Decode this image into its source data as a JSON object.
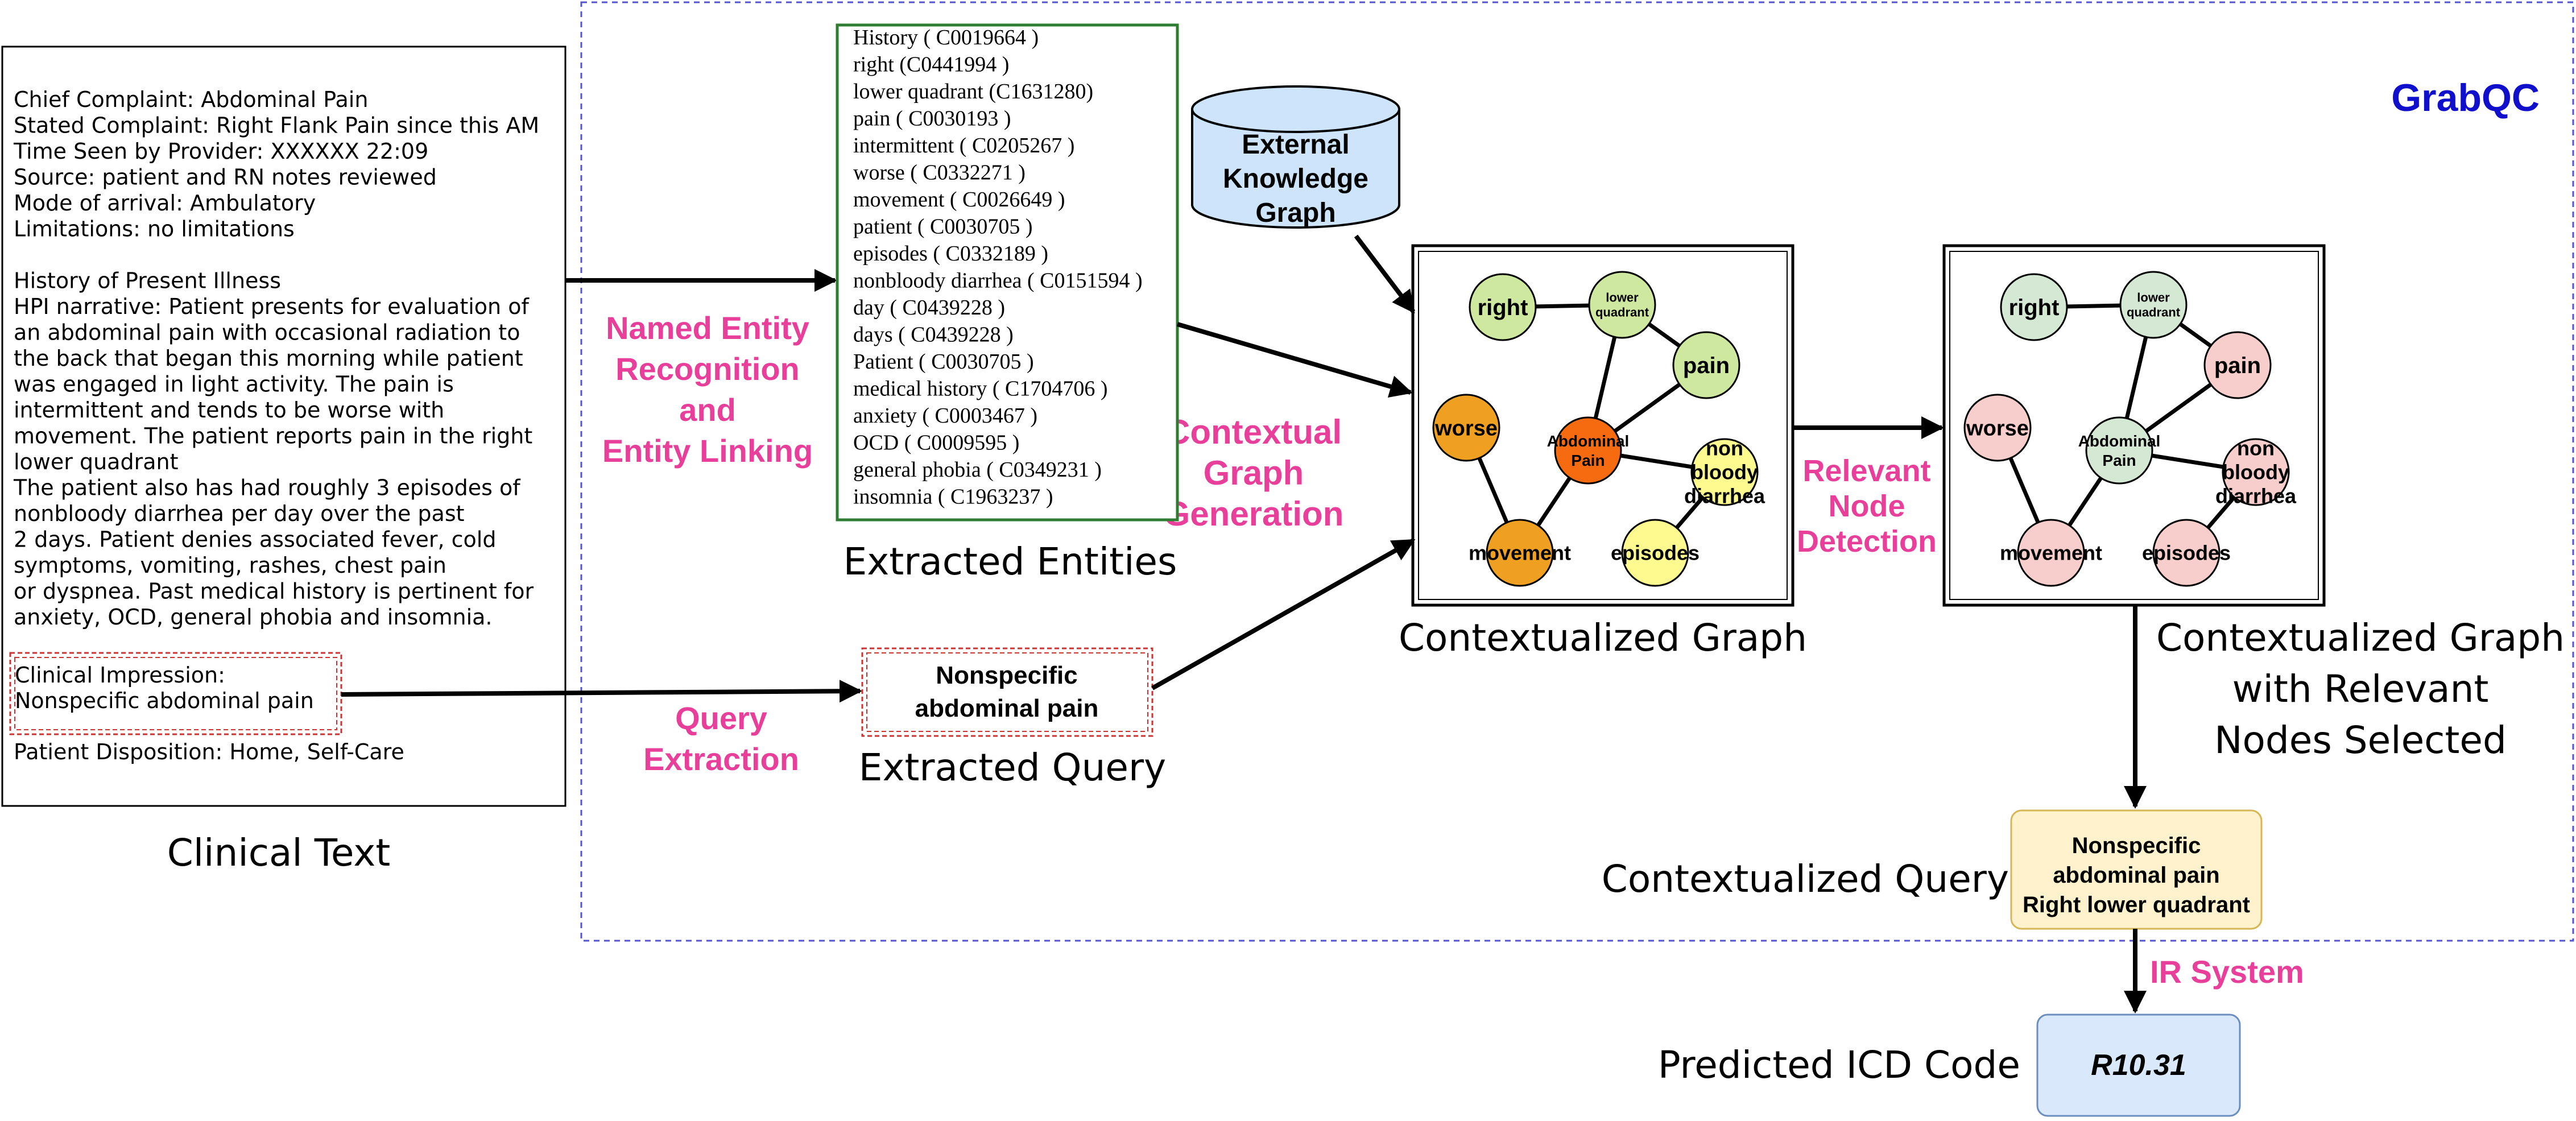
{
  "clinical_text": {
    "lines": [
      "Chief Complaint: Abdominal Pain",
      "Stated Complaint: Right Flank Pain since this AM",
      "Time Seen by Provider: XXXXXX 22:09",
      "Source: patient and RN notes reviewed",
      "Mode of arrival: Ambulatory",
      "Limitations: no limitations",
      "",
      "History of Present Illness",
      "HPI narrative: Patient presents for evaluation of",
      "an abdominal pain with occasional radiation to",
      "the back that began this morning while patient",
      "was engaged in light activity.  The pain is",
      "intermittent and tends to be worse with",
      "movement. The patient reports pain in the right",
      "lower quadrant",
      "The patient also has had roughly 3 episodes of",
      "nonbloody diarrhea per day over the past",
      "2 days.  Patient denies associated fever, cold",
      "symptoms, vomiting, rashes, chest pain",
      "or dyspnea.  Past medical history is pertinent for",
      "anxiety, OCD, general phobia and insomnia."
    ],
    "impression_lines": [
      "Clinical Impression:",
      "Nonspecific abdominal pain"
    ],
    "disposition": "Patient Disposition: Home, Self-Care",
    "caption": "Clinical Text"
  },
  "labels": {
    "ner": [
      "Named Entity",
      "Recognition",
      "and",
      "Entity Linking"
    ],
    "query_extraction": [
      "Query",
      "Extraction"
    ],
    "contextual_graph_generation": [
      "Contextual",
      "Graph",
      "Generation"
    ],
    "relevant_node_detection": [
      "Relevant",
      "Node",
      "Detection"
    ],
    "ir_system": "IR System",
    "grabqc": "GrabQC"
  },
  "entities": {
    "items": [
      "History ( C0019664 )",
      "right (C0441994  )",
      "lower quadrant (C1631280)",
      "pain ( C0030193 )",
      "intermittent ( C0205267 )",
      "worse ( C0332271 )",
      "movement ( C0026649 )",
      "patient ( C0030705 )",
      "episodes ( C0332189 )",
      "nonbloody diarrhea ( C0151594 )",
      "day ( C0439228 )",
      "days ( C0439228 )",
      "Patient ( C0030705 )",
      "medical history ( C1704706 )",
      "anxiety ( C0003467 )",
      "OCD ( C0009595 )",
      "general phobia ( C0349231 )",
      "insomnia ( C1963237 )"
    ],
    "caption": "Extracted Entities"
  },
  "query": {
    "lines": [
      "Nonspecific",
      "abdominal pain"
    ],
    "caption": "Extracted Query"
  },
  "knowledge_graph": {
    "lines": [
      "External",
      "Knowledge",
      "Graph"
    ]
  },
  "graph1": {
    "caption": "Contextualized Graph",
    "nodes": [
      {
        "key": "right",
        "lines": [
          "right"
        ],
        "color": "#cfe8a0"
      },
      {
        "key": "lower_quadrant",
        "lines": [
          "lower",
          "quadrant"
        ],
        "color": "#cfe8a0"
      },
      {
        "key": "pain",
        "lines": [
          "pain"
        ],
        "color": "#cfe8a0"
      },
      {
        "key": "worse",
        "lines": [
          "worse"
        ],
        "color": "#f0a020"
      },
      {
        "key": "abdominal_pain",
        "lines": [
          "Abdominal",
          "Pain"
        ],
        "color": "#f66b10"
      },
      {
        "key": "non_bloody_diarrhea",
        "lines": [
          "non",
          "bloody",
          "diarrhea"
        ],
        "color": "#fffa90"
      },
      {
        "key": "movement",
        "lines": [
          "movement"
        ],
        "color": "#f0a020"
      },
      {
        "key": "episodes",
        "lines": [
          "episodes"
        ],
        "color": "#fffa90"
      }
    ]
  },
  "graph2": {
    "caption_lines": [
      "Contextualized Graph",
      "with Relevant",
      "Nodes Selected"
    ],
    "nodes": [
      {
        "key": "right",
        "lines": [
          "right"
        ],
        "color": "#d5e8d4"
      },
      {
        "key": "lower_quadrant",
        "lines": [
          "lower",
          "quadrant"
        ],
        "color": "#d5e8d4"
      },
      {
        "key": "pain",
        "lines": [
          "pain"
        ],
        "color": "#f8cecc"
      },
      {
        "key": "worse",
        "lines": [
          "worse"
        ],
        "color": "#f8cecc"
      },
      {
        "key": "abdominal_pain",
        "lines": [
          "Abdominal",
          "Pain"
        ],
        "color": "#d5e8d4"
      },
      {
        "key": "non_bloody_diarrhea",
        "lines": [
          "non",
          "bloody",
          "diarrhea"
        ],
        "color": "#f8cecc"
      },
      {
        "key": "movement",
        "lines": [
          "movement"
        ],
        "color": "#f8cecc"
      },
      {
        "key": "episodes",
        "lines": [
          "episodes"
        ],
        "color": "#f8cecc"
      }
    ]
  },
  "graph_edges": [
    [
      "right",
      "lower_quadrant"
    ],
    [
      "lower_quadrant",
      "pain"
    ],
    [
      "lower_quadrant",
      "abdominal_pain"
    ],
    [
      "pain",
      "abdominal_pain"
    ],
    [
      "abdominal_pain",
      "non_bloody_diarrhea"
    ],
    [
      "abdominal_pain",
      "movement"
    ],
    [
      "worse",
      "movement"
    ],
    [
      "non_bloody_diarrhea",
      "episodes"
    ]
  ],
  "contextualized_query": {
    "label": "Contextualized Query",
    "lines": [
      "Nonspecific",
      "abdominal pain",
      "Right lower quadrant"
    ]
  },
  "prediction": {
    "label": "Predicted ICD Code",
    "code": "R10.31"
  },
  "colors": {
    "pink_label": "#e8409a",
    "grabqc_blue": "#1010cc",
    "entities_border": "#2e7d32",
    "query_border": "#cc3333",
    "kg_fill": "#cde4fb",
    "cq_fill": "#fff2cc",
    "cq_border": "#d6b656",
    "icd_fill": "#dae8fc",
    "icd_border": "#6c8ebf"
  }
}
